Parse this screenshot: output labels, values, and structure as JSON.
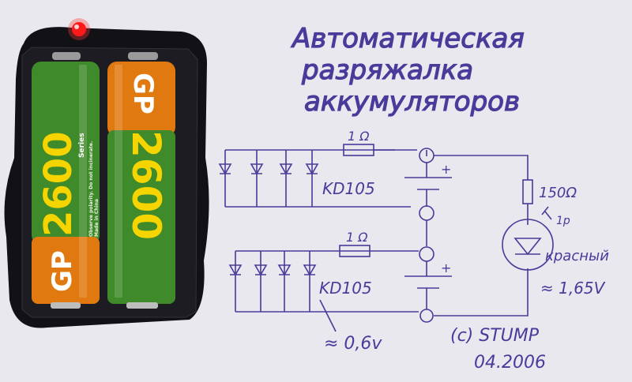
{
  "title": {
    "line1": "Автоматическая",
    "line2": "разряжалка",
    "line3": "аккумуляторов"
  },
  "batteries": [
    {
      "brand": "GP",
      "model": "2600",
      "series": "Series",
      "warning": "Observe polarity. Do not incinerate.",
      "made_in": "Made in China"
    },
    {
      "brand": "GP",
      "model": "2600"
    }
  ],
  "schematic": {
    "resistor_top": "1 Ω",
    "resistor_bottom": "1 Ω",
    "resistor_led": "150Ω",
    "diodes_top": "KD105",
    "diodes_bottom": "KD105",
    "led_note": "1р",
    "led_color": "красный",
    "led_voltage": "≈ 1,65V",
    "cutoff_voltage": "≈ 0,6v",
    "plus_top": "+",
    "plus_bottom": "+"
  },
  "credit": {
    "author": "(c) STUMP",
    "date": "04.2006"
  },
  "colors": {
    "ink": "#4a3a9a",
    "paper": "#e9e8ef",
    "battery_green": "#3f8a2a",
    "battery_orange": "#e07a10",
    "led_red": "#ff1a1a"
  }
}
